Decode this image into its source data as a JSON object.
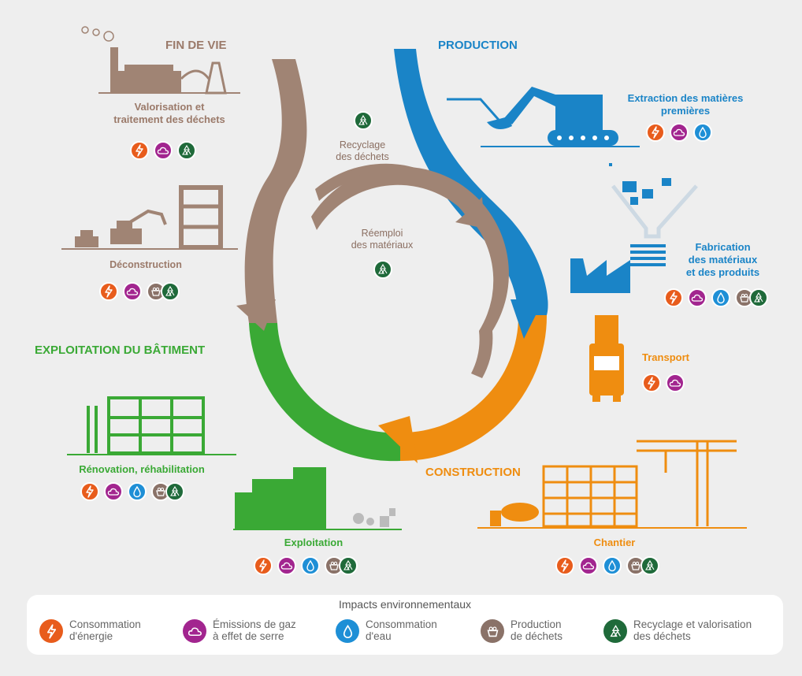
{
  "phases": {
    "fin_de_vie": "FIN DE VIE",
    "production": "PRODUCTION",
    "exploitation_batiment": "EXPLOITATION DU BÂTIMENT",
    "construction": "CONSTRUCTION"
  },
  "stages": {
    "valorisation": "Valorisation et\ntraitement des déchets",
    "deconstruction": "Déconstruction",
    "extraction": "Extraction des matières\npremières",
    "fabrication": "Fabrication\ndes matériaux\net des produits",
    "transport": "Transport",
    "chantier": "Chantier",
    "exploitation": "Exploitation",
    "renovation": "Rénovation, réhabilitation"
  },
  "cycle": {
    "recyclage": "Recyclage\ndes déchets",
    "reemploi": "Réemploi\ndes matériaux"
  },
  "legend": {
    "title": "Impacts environnementaux",
    "items": [
      {
        "key": "energy",
        "label": "Consommation\nd'énergie",
        "color": "#e85c1c",
        "icon": "lightning-icon"
      },
      {
        "key": "ghg",
        "label": "Émissions de gaz\nà effet de serre",
        "color": "#a2258f",
        "icon": "cloud-icon"
      },
      {
        "key": "water",
        "label": "Consommation\nd'eau",
        "color": "#1e8fd6",
        "icon": "water-drop-icon"
      },
      {
        "key": "waste",
        "label": "Production\nde déchets",
        "color": "#8a7268",
        "icon": "waste-basket-icon"
      },
      {
        "key": "recycle",
        "label": "Recyclage et valorisation\ndes déchets",
        "color": "#1f6a3a",
        "icon": "recycle-icon"
      }
    ]
  },
  "colors": {
    "brown": "#a08474",
    "blue": "#1a84c7",
    "green": "#3aa935",
    "orange": "#ef8d10",
    "background": "#eeeeee"
  }
}
